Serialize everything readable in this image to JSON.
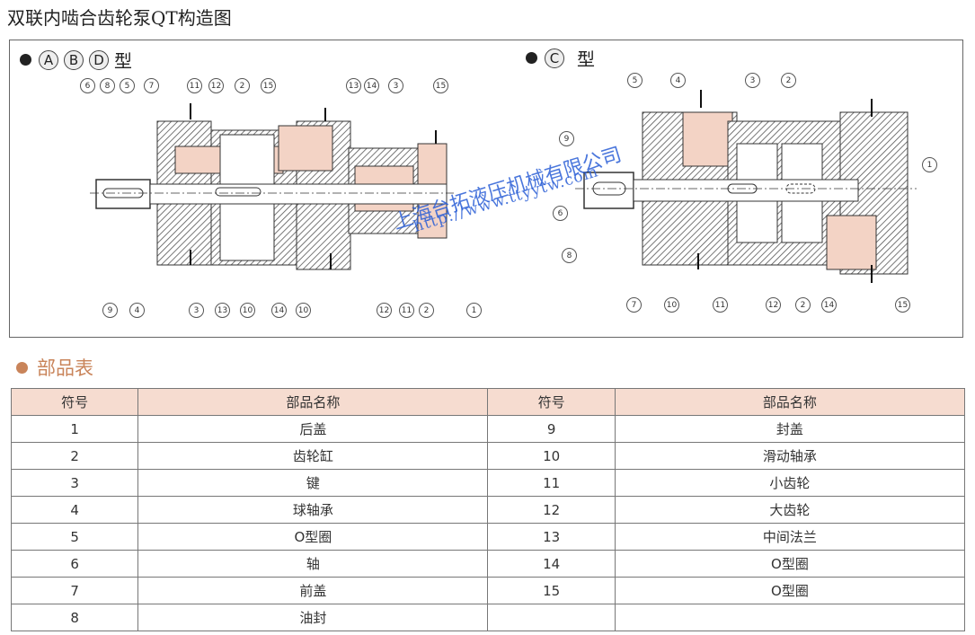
{
  "title": "双联内啮合齿轮泵QT构造图",
  "diagrams": {
    "left": {
      "type_label": {
        "letters": [
          "A",
          "B",
          "D"
        ],
        "suffix": "型"
      },
      "top_callouts": [
        "6",
        "8",
        "5",
        "7",
        "11",
        "12",
        "2",
        "15",
        "13",
        "14",
        "3",
        "15"
      ],
      "bottom_callouts": [
        "9",
        "4",
        "3",
        "13",
        "10",
        "14",
        "10",
        "12",
        "11",
        "2",
        "1"
      ]
    },
    "right": {
      "type_label": {
        "letters": [
          "C"
        ],
        "suffix": "型"
      },
      "top_callouts": [
        "5",
        "4",
        "3",
        "2"
      ],
      "side_callouts": [
        "9",
        "6",
        "8",
        "1"
      ],
      "bottom_callouts": [
        "7",
        "10",
        "11",
        "12",
        "2",
        "14",
        "15"
      ]
    },
    "watermark": {
      "company": "上海台拓液压机械有限公司",
      "url": "http://www.ttyytw.com"
    }
  },
  "parts_section": {
    "title": "部品表",
    "accent_color": "#c9845a",
    "header_bg": "#f6dcd0",
    "headers": [
      "符号",
      "部品名称",
      "符号",
      "部品名称"
    ],
    "rows": [
      [
        "1",
        "后盖",
        "9",
        "封盖"
      ],
      [
        "2",
        "齿轮缸",
        "10",
        "滑动轴承"
      ],
      [
        "3",
        "键",
        "11",
        "小齿轮"
      ],
      [
        "4",
        "球轴承",
        "12",
        "大齿轮"
      ],
      [
        "5",
        "O型圈",
        "13",
        "中间法兰"
      ],
      [
        "6",
        "轴",
        "14",
        "O型圈"
      ],
      [
        "7",
        "前盖",
        "15",
        "O型圈"
      ],
      [
        "8",
        "油封",
        "",
        ""
      ]
    ]
  }
}
